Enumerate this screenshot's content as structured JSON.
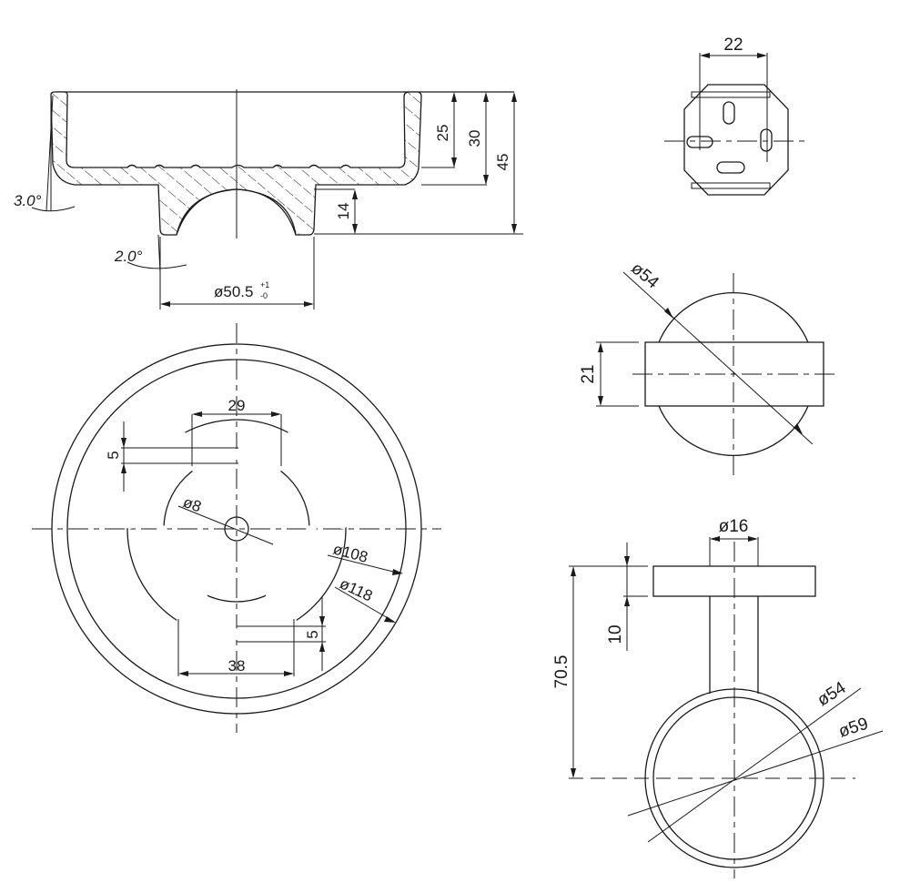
{
  "drawing": {
    "type": "technical-drawing",
    "subject": "wall-mounted cup/holder bracket",
    "colors": {
      "line": "#1a1a1a",
      "background": "#ffffff"
    }
  },
  "views": {
    "section": {
      "angle_wall": "3.0°",
      "angle_base": "2.0°",
      "dim_depth_inner": "25",
      "dim_depth_outer": "30",
      "dim_total_height": "45",
      "dim_boss_height": "14",
      "dim_boss_diameter": "ø50.5",
      "dim_boss_tol_upper": "+1",
      "dim_boss_tol_lower": "-0"
    },
    "plate_top": {
      "dim_slot_spacing": "22"
    },
    "disc_side": {
      "dim_diameter": "ø54",
      "dim_thickness": "21"
    },
    "plan": {
      "dim_top_slot_width": "29",
      "dim_top_slot_offset": "5",
      "dim_center_hole": "ø8",
      "dim_inner_diameter": "ø108",
      "dim_outer_diameter": "ø118",
      "dim_bottom_slot_offset": "5",
      "dim_bottom_slot_width": "38"
    },
    "arm_front": {
      "dim_stem_diameter": "ø16",
      "dim_flange_thickness": "10",
      "dim_reach": "70.5",
      "dim_ring_inner": "ø54",
      "dim_ring_outer": "ø59"
    }
  }
}
